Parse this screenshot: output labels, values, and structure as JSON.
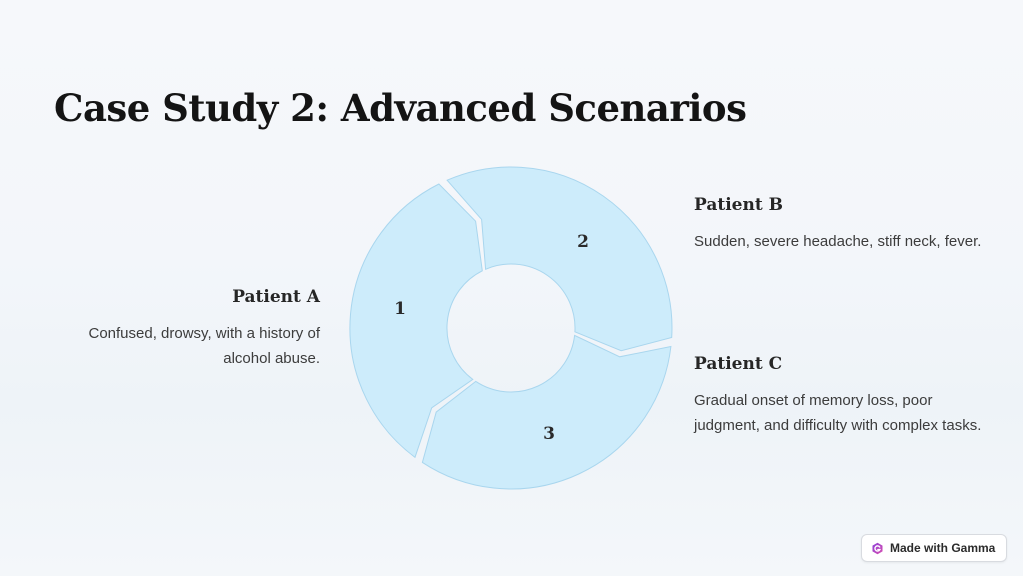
{
  "title": "Case Study 2: Advanced Scenarios",
  "cycle": {
    "segments": [
      {
        "label": "1"
      },
      {
        "label": "2"
      },
      {
        "label": "3"
      }
    ],
    "fill_color": "#cdecfb",
    "stroke_color": "#a9d6ee"
  },
  "patients": [
    {
      "name": "Patient A",
      "description": "Confused, drowsy, with a history of alcohol abuse."
    },
    {
      "name": "Patient B",
      "description": "Sudden, severe headache, stiff neck, fever."
    },
    {
      "name": "Patient C",
      "description": "Gradual onset of memory loss, poor judgment, and difficulty with complex tasks."
    }
  ],
  "badge": {
    "label": "Made with Gamma",
    "icon": "gamma-logo-icon"
  }
}
